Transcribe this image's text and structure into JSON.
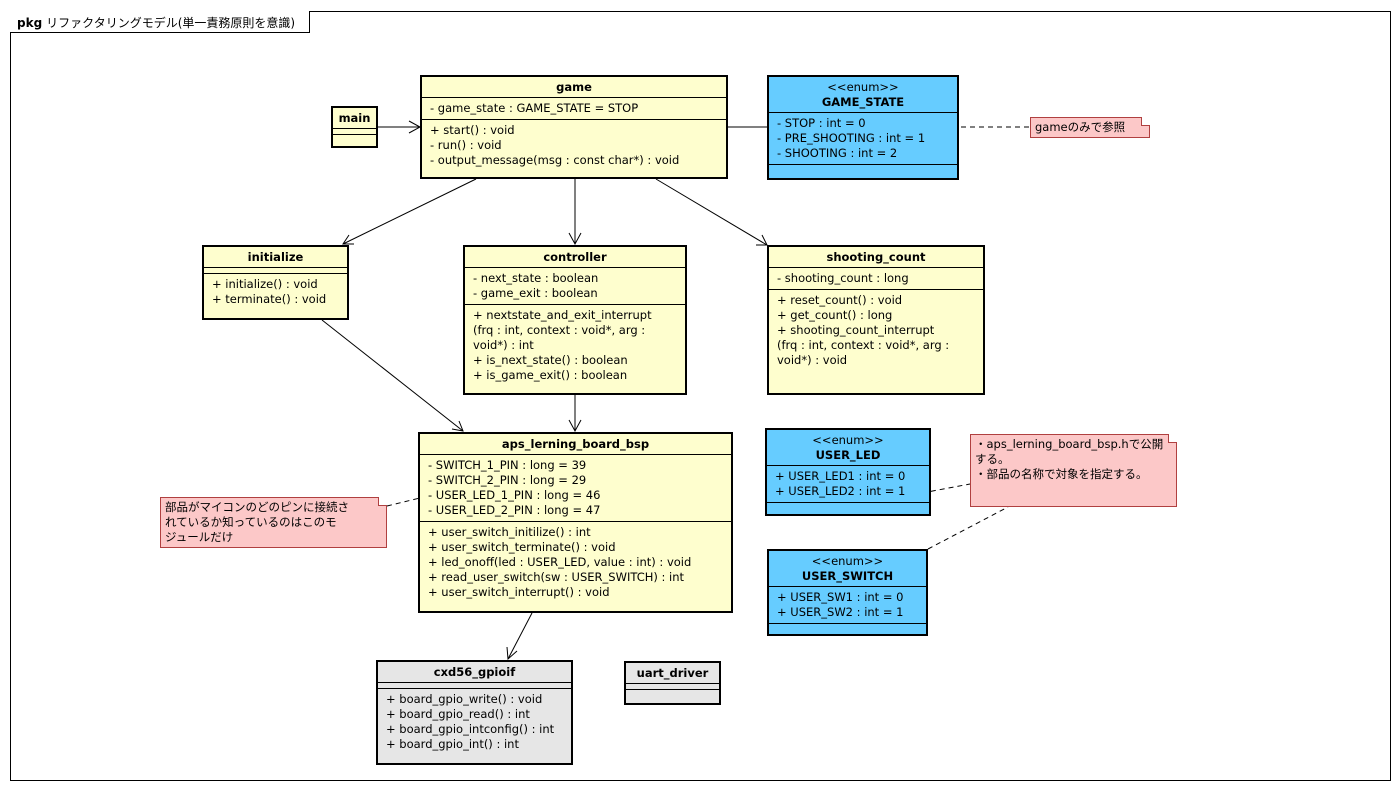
{
  "package": {
    "keyword": "pkg",
    "name": "リファクタリングモデル(単一責務原則を意識)"
  },
  "classes": {
    "main": {
      "name": "main"
    },
    "game": {
      "name": "game",
      "attributes": [
        "- game_state : GAME_STATE = STOP"
      ],
      "operations": [
        "+ start() : void",
        "- run() : void",
        "- output_message(msg : const char*) : void"
      ]
    },
    "game_state": {
      "stereotype": "<<enum>>",
      "name": "GAME_STATE",
      "attributes": [
        "- STOP : int = 0",
        "- PRE_SHOOTING : int = 1",
        "- SHOOTING : int = 2"
      ]
    },
    "initialize": {
      "name": "initialize",
      "operations": [
        "+ initialize() : void",
        "+ terminate() : void"
      ]
    },
    "controller": {
      "name": "controller",
      "attributes": [
        "- next_state : boolean",
        "- game_exit : boolean"
      ],
      "operations": [
        "+ nextstate_and_exit_interrupt",
        "(frq : int, context : void*, arg :",
        "void*) : int",
        "+ is_next_state() : boolean",
        "+ is_game_exit() : boolean"
      ]
    },
    "shooting_count": {
      "name": "shooting_count",
      "attributes": [
        "- shooting_count : long"
      ],
      "operations": [
        "+ reset_count() : void",
        "+ get_count() : long",
        "+ shooting_count_interrupt",
        "(frq : int, context : void*, arg :",
        "void*) : void"
      ]
    },
    "bsp": {
      "name": "aps_lerning_board_bsp",
      "attributes": [
        "- SWITCH_1_PIN : long = 39",
        "- SWITCH_2_PIN : long = 29",
        "- USER_LED_1_PIN : long = 46",
        "- USER_LED_2_PIN : long = 47"
      ],
      "operations": [
        "+ user_switch_initilize() : int",
        "+ user_switch_terminate() : void",
        "+ led_onoff(led : USER_LED, value : int) : void",
        "+ read_user_switch(sw : USER_SWITCH) : int",
        "+ user_switch_interrupt() : void"
      ]
    },
    "user_led": {
      "stereotype": "<<enum>>",
      "name": "USER_LED",
      "attributes": [
        "+ USER_LED1 : int = 0",
        "+ USER_LED2 : int = 1"
      ]
    },
    "user_switch": {
      "stereotype": "<<enum>>",
      "name": "USER_SWITCH",
      "attributes": [
        "+ USER_SW1 : int = 0",
        "+ USER_SW2 : int = 1"
      ]
    },
    "gpioif": {
      "name": "cxd56_gpioif",
      "operations": [
        "+ board_gpio_write() : void",
        "+ board_gpio_read() : int",
        "+ board_gpio_intconfig() : int",
        "+ board_gpio_int() : int"
      ]
    },
    "uart": {
      "name": "uart_driver"
    }
  },
  "notes": {
    "game_only": [
      "gameのみで参照"
    ],
    "bsp_pins": [
      "部品がマイコンのどのピンに接続さ",
      "れているか知っているのはこのモ",
      "ジュールだけ"
    ],
    "public_enum": [
      "・aps_lerning_board_bsp.hで公開",
      "する。",
      "・部品の名称で対象を指定する。"
    ]
  },
  "colors": {
    "class_fill": "#fefece",
    "enum_fill": "#66ccff",
    "external_fill": "#e6e6e6",
    "note_fill": "#fcc8c8",
    "note_border": "#b04040",
    "line": "#000000"
  }
}
